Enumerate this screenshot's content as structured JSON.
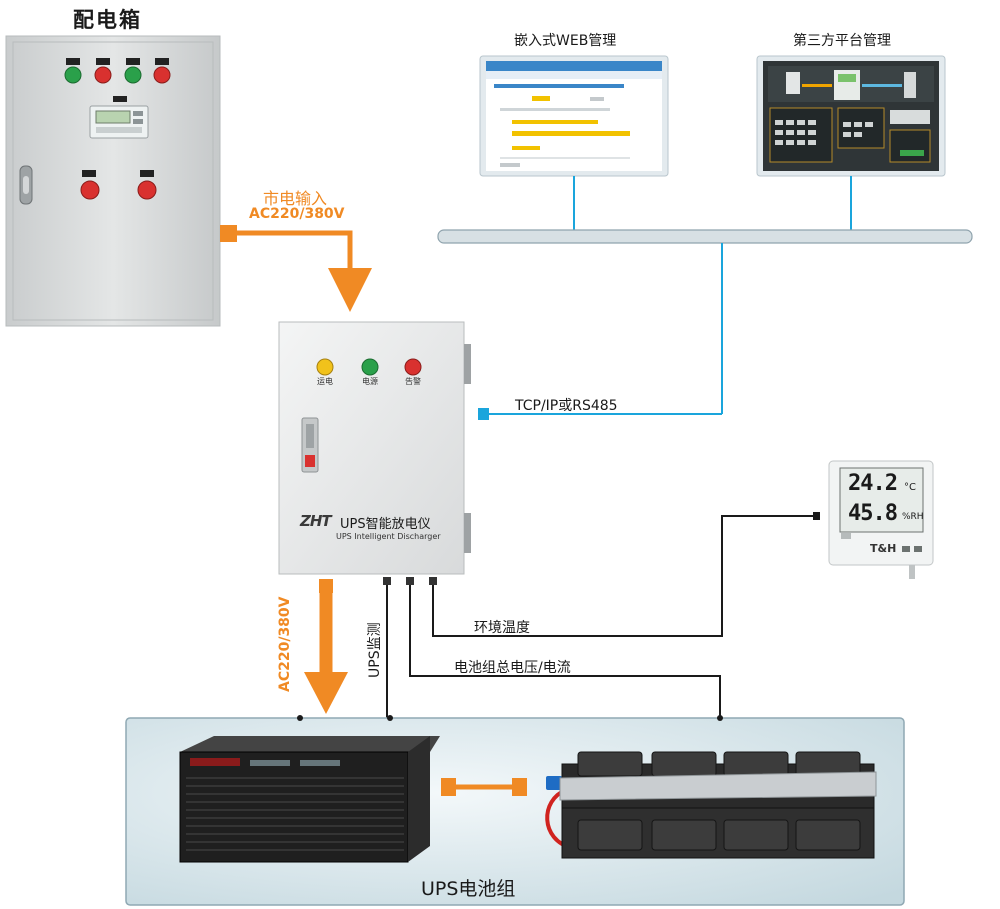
{
  "titles": {
    "distribution_box": "配电箱",
    "web_mgmt": "嵌入式WEB管理",
    "third_party": "第三方平台管理",
    "ups_battery_group": "UPS电池组"
  },
  "links": {
    "mains_input": "市电输入",
    "ac_in": "AC220/380V",
    "ac_out": "AC220/380V",
    "network": "TCP/IP或RS485",
    "env_temp": "环境温度",
    "battery_vi": "电池组总电压/电流",
    "ups_monitor": "UPS监测"
  },
  "device": {
    "lamp_labels": [
      "运电",
      "电源",
      "告警"
    ],
    "brand": "ZHT",
    "name_cn": "UPS智能放电仪",
    "name_en": "UPS Intelligent Discharger"
  },
  "sensor": {
    "temp": "24.2",
    "temp_unit": "°C",
    "humidity": "45.8",
    "humidity_unit": "%RH",
    "brand": "T&H"
  },
  "colors": {
    "orange": "#f08a24",
    "blue": "#1aa5dc",
    "cabinet": "#d9dcdc",
    "panel_bg": "#dde9ee",
    "monitor_frame": "#e2e9ee"
  }
}
